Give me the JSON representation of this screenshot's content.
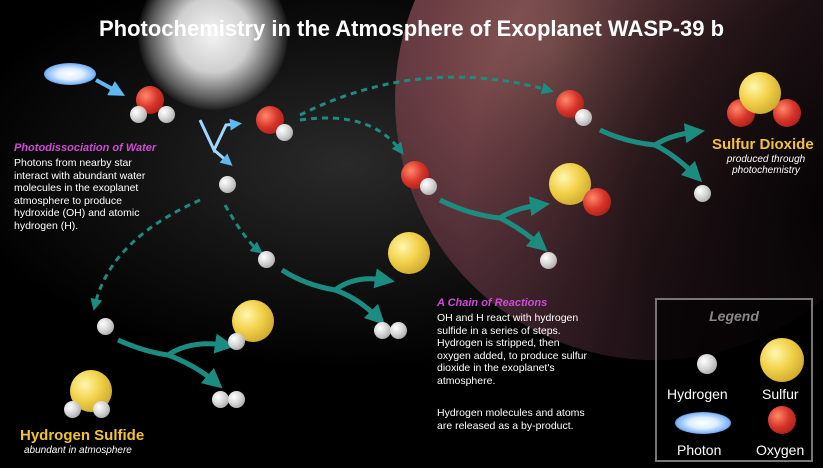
{
  "title": "Photochemistry in the Atmosphere of Exoplanet WASP-39 b",
  "photodissociation": {
    "heading": "Photodissociation of Water",
    "lines": [
      "Photons from nearby star",
      "interact with abundant water",
      "molecules in the exoplanet",
      "atmosphere to produce",
      "hydroxide (OH) and atomic",
      "hydrogen (H)."
    ]
  },
  "chain": {
    "heading": "A Chain of Reactions",
    "lines": [
      "OH and H react with hydrogen",
      "sulfide in a series of steps.",
      "Hydrogen is stripped, then",
      "oxygen added, to produce sulfur",
      "dioxide in the exoplanet's",
      "atmosphere."
    ],
    "lines2": [
      "Hydrogen molecules and atoms",
      "are released as a by-product."
    ]
  },
  "sulfur_dioxide": {
    "title": "Sulfur Dioxide",
    "sub1": "produced through",
    "sub2": "photochemistry"
  },
  "hydrogen_sulfide": {
    "title": "Hydrogen Sulfide",
    "sub": "abundant in atmosphere"
  },
  "legend": {
    "title": "Legend",
    "hydrogen": "Hydrogen",
    "sulfur": "Sulfur",
    "photon": "Photon",
    "oxygen": "Oxygen"
  },
  "colors": {
    "teal_arrow": "#1d8c80",
    "photon_arrow": "#5fb8f0",
    "magenta_heading": "#d04ad8",
    "gold_title": "#f2c23a"
  }
}
